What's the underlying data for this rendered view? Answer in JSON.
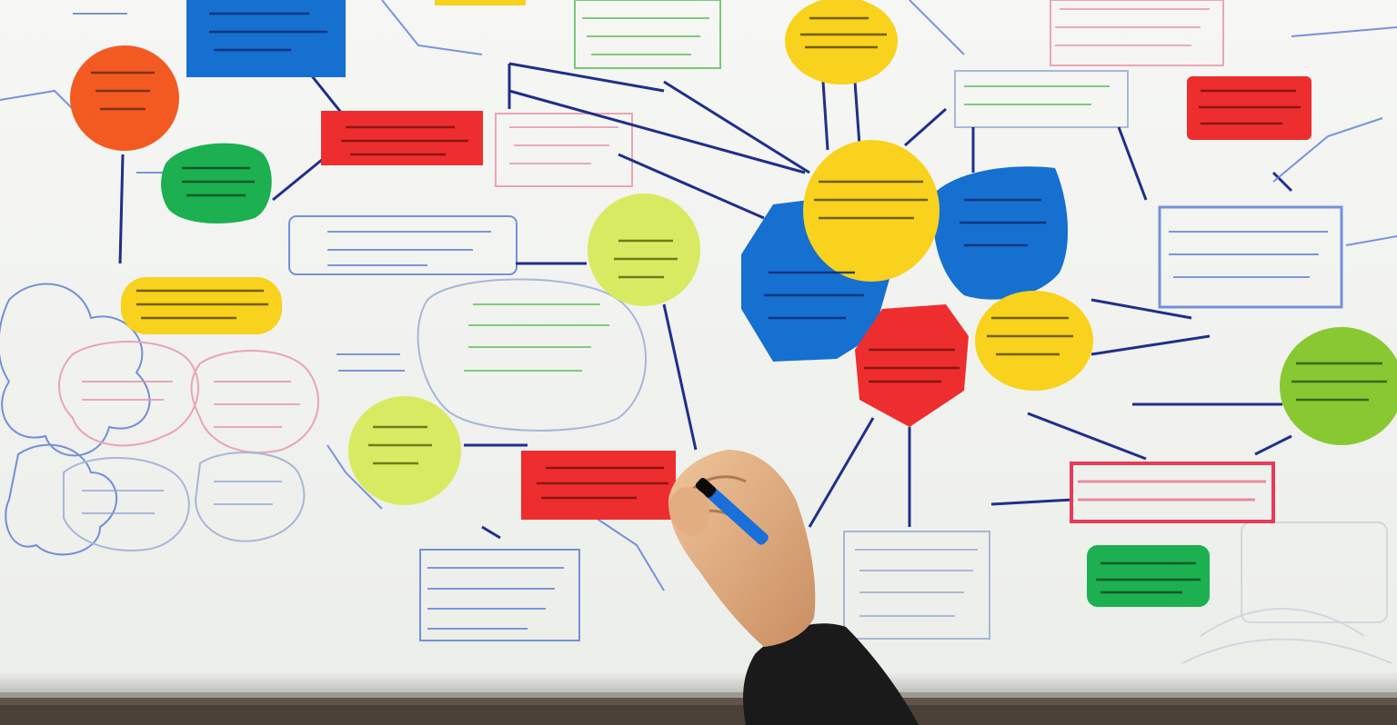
{
  "scene": {
    "description_free": true,
    "colors": {
      "board": "#f4f5f2",
      "board_shadow": "#e4e6e2",
      "tray": "#dcdcd8",
      "wall": "#4a4038",
      "connector": "#1f2f8a",
      "sketch_blue": "#4a6fd0",
      "sketch_pink": "#e88aa0",
      "sketch_green": "#4fb84f",
      "orange": "#f35a22",
      "blue": "#1570d0",
      "red": "#ee2e2e",
      "green": "#1cb050",
      "yellow": "#f8d21c",
      "lime": "#d8ea62",
      "lime_green": "#88c832",
      "skin": "#e8b88a",
      "sleeve": "#1a1a1a",
      "marker": "#1a6fd8"
    },
    "notes": [
      {
        "name": "orange-circle-note",
        "shape": "circle",
        "color": "orange"
      },
      {
        "name": "blue-top-note",
        "shape": "rect",
        "color": "blue"
      },
      {
        "name": "green-left-note",
        "shape": "blob",
        "color": "green"
      },
      {
        "name": "red-top-note",
        "shape": "rect",
        "color": "red"
      },
      {
        "name": "yellow-left-note",
        "shape": "pill",
        "color": "yellow"
      },
      {
        "name": "yellow-top-circle-note",
        "shape": "circle",
        "color": "yellow"
      },
      {
        "name": "lime-center-circle-note",
        "shape": "circle",
        "color": "lime"
      },
      {
        "name": "lime-lower-circle-note",
        "shape": "circle",
        "color": "lime"
      },
      {
        "name": "red-center-note",
        "shape": "rect",
        "color": "red"
      },
      {
        "name": "blue-cluster-note-left",
        "shape": "blob",
        "color": "blue"
      },
      {
        "name": "blue-cluster-note-right",
        "shape": "blob",
        "color": "blue"
      },
      {
        "name": "yellow-cluster-circle-note",
        "shape": "circle",
        "color": "yellow"
      },
      {
        "name": "red-cluster-note",
        "shape": "blob",
        "color": "red"
      },
      {
        "name": "yellow-cluster-right-note",
        "shape": "circle",
        "color": "yellow"
      },
      {
        "name": "red-right-note",
        "shape": "rect",
        "color": "red"
      },
      {
        "name": "green-right-note",
        "shape": "rect",
        "color": "green"
      },
      {
        "name": "lime-right-circle-note",
        "shape": "circle",
        "color": "lime_green"
      },
      {
        "name": "pink-outline-note",
        "shape": "rect",
        "color": "sketch_pink"
      }
    ]
  }
}
